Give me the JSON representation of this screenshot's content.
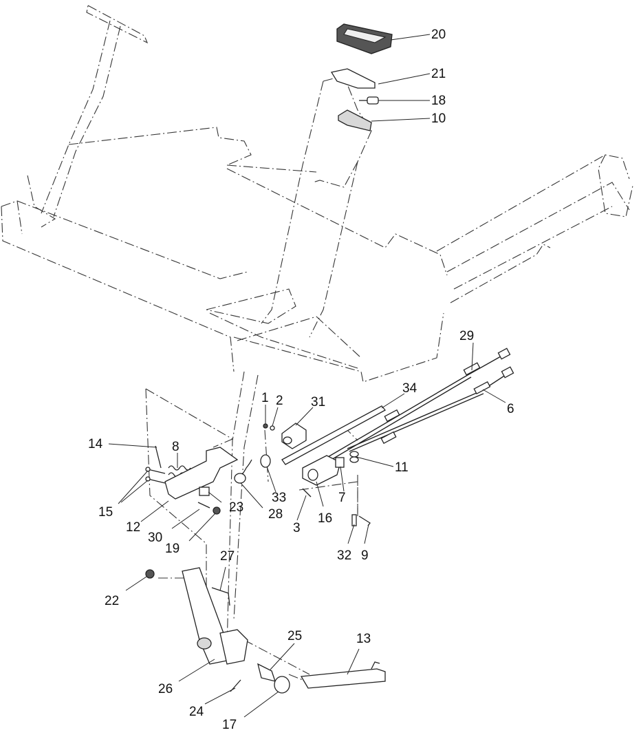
{
  "diagram": {
    "callouts": [
      {
        "id": "c20",
        "text": "20"
      },
      {
        "id": "c21",
        "text": "21"
      },
      {
        "id": "c18",
        "text": "18"
      },
      {
        "id": "c10",
        "text": "10"
      },
      {
        "id": "c29",
        "text": "29"
      },
      {
        "id": "c6",
        "text": "6"
      },
      {
        "id": "c34",
        "text": "34"
      },
      {
        "id": "c1",
        "text": "1"
      },
      {
        "id": "c2",
        "text": "2"
      },
      {
        "id": "c31",
        "text": "31"
      },
      {
        "id": "c14",
        "text": "14"
      },
      {
        "id": "c8",
        "text": "8"
      },
      {
        "id": "c11",
        "text": "11"
      },
      {
        "id": "c15",
        "text": "15"
      },
      {
        "id": "c33",
        "text": "33"
      },
      {
        "id": "c7",
        "text": "7"
      },
      {
        "id": "c23",
        "text": "23"
      },
      {
        "id": "c28",
        "text": "28"
      },
      {
        "id": "c12",
        "text": "12"
      },
      {
        "id": "c3",
        "text": "3"
      },
      {
        "id": "c16",
        "text": "16"
      },
      {
        "id": "c30",
        "text": "30"
      },
      {
        "id": "c19",
        "text": "19"
      },
      {
        "id": "c32",
        "text": "32"
      },
      {
        "id": "c9",
        "text": "9"
      },
      {
        "id": "c27",
        "text": "27"
      },
      {
        "id": "c22",
        "text": "22"
      },
      {
        "id": "c13",
        "text": "13"
      },
      {
        "id": "c25",
        "text": "25"
      },
      {
        "id": "c26",
        "text": "26"
      },
      {
        "id": "c24",
        "text": "24"
      },
      {
        "id": "c17",
        "text": "17"
      }
    ]
  }
}
